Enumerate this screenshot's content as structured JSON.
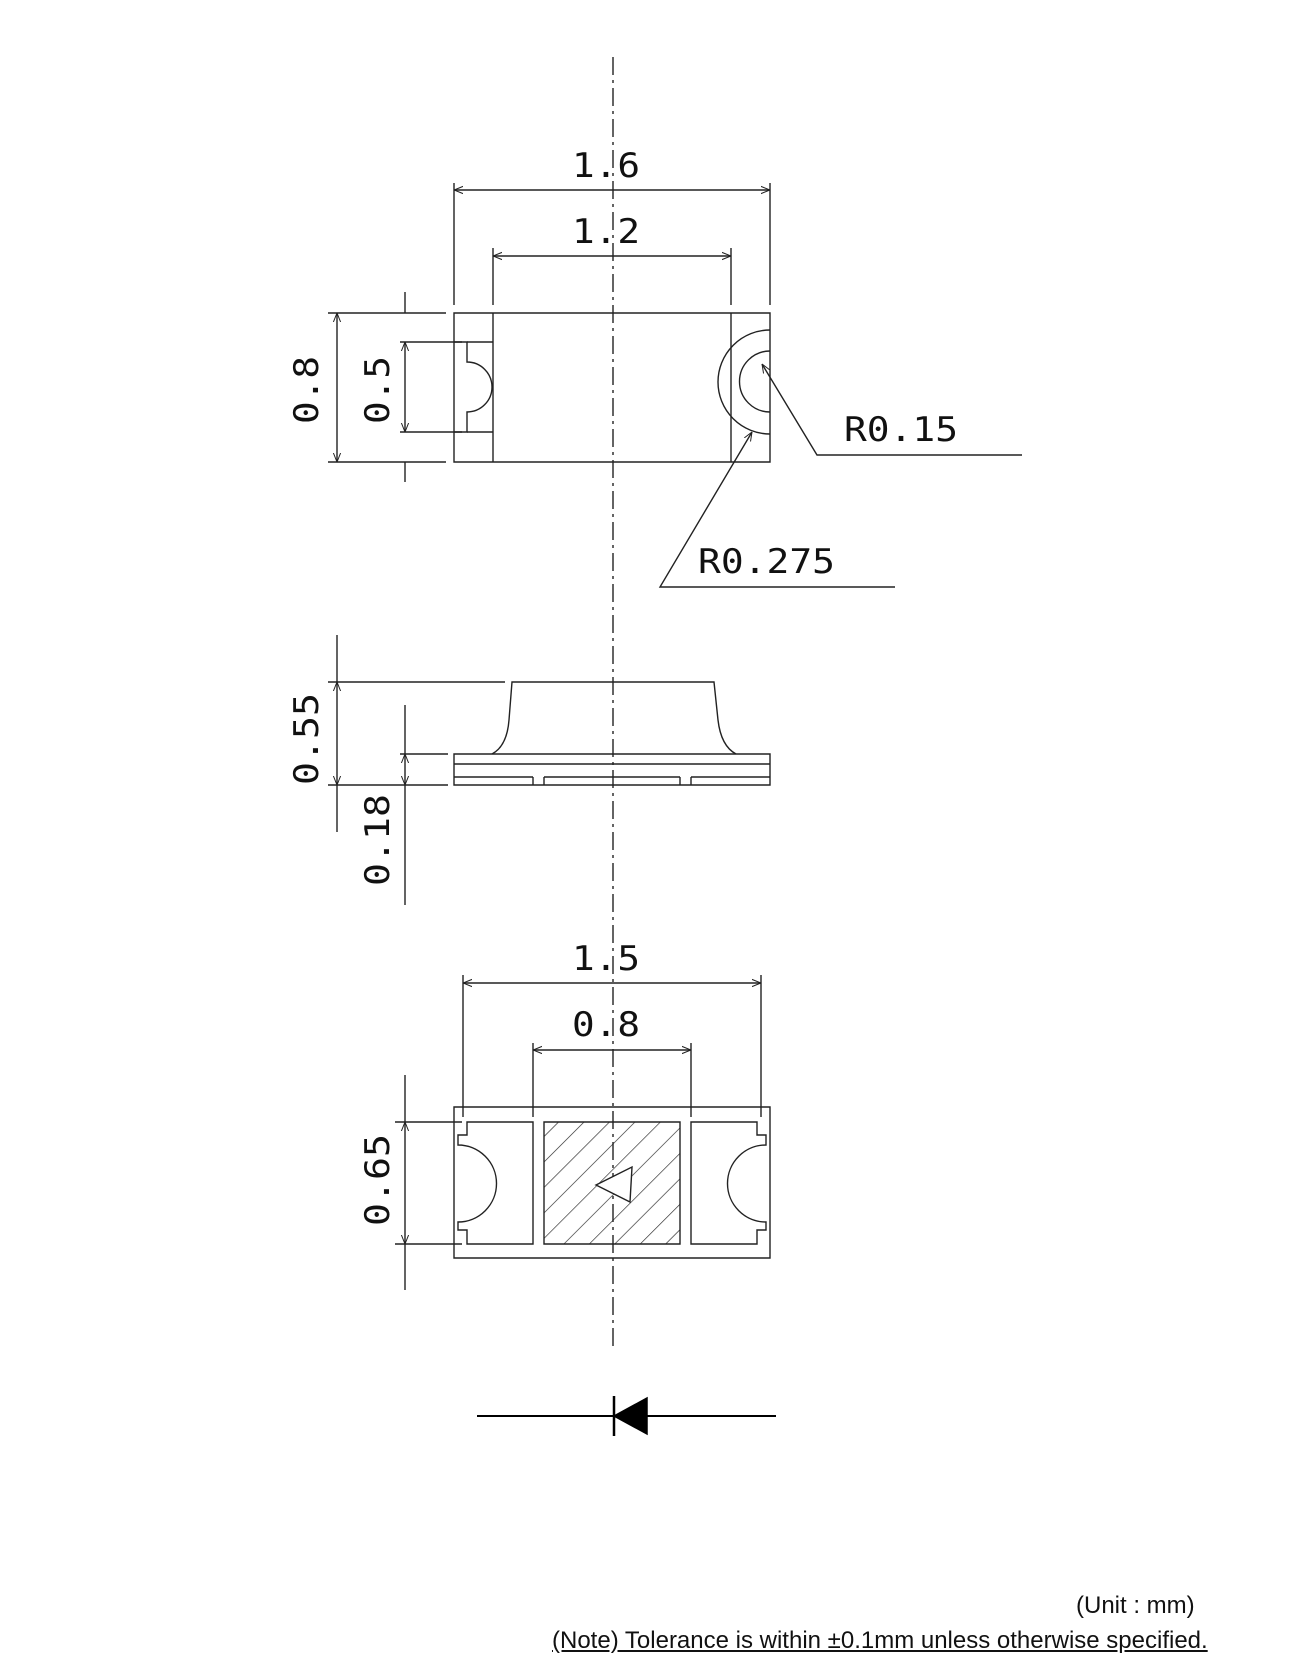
{
  "dimensions": {
    "top_width_outer": "1.6",
    "top_width_inner": "1.2",
    "top_height_total": "0.8",
    "top_height_pad": "0.5",
    "radius_small": "R0.15",
    "radius_large": "R0.275",
    "side_height_total": "0.55",
    "side_height_base": "0.18",
    "bottom_width_outer": "1.5",
    "bottom_width_inner": "0.8",
    "bottom_height": "0.65"
  },
  "notes": {
    "unit": "(Unit : mm)",
    "tolerance": "(Note) Tolerance is within ±0.1mm unless otherwise specified."
  },
  "colors": {
    "line": "#222222",
    "symbol": "#000000"
  },
  "icons": {
    "polarity": "diode-symbol-icon"
  }
}
